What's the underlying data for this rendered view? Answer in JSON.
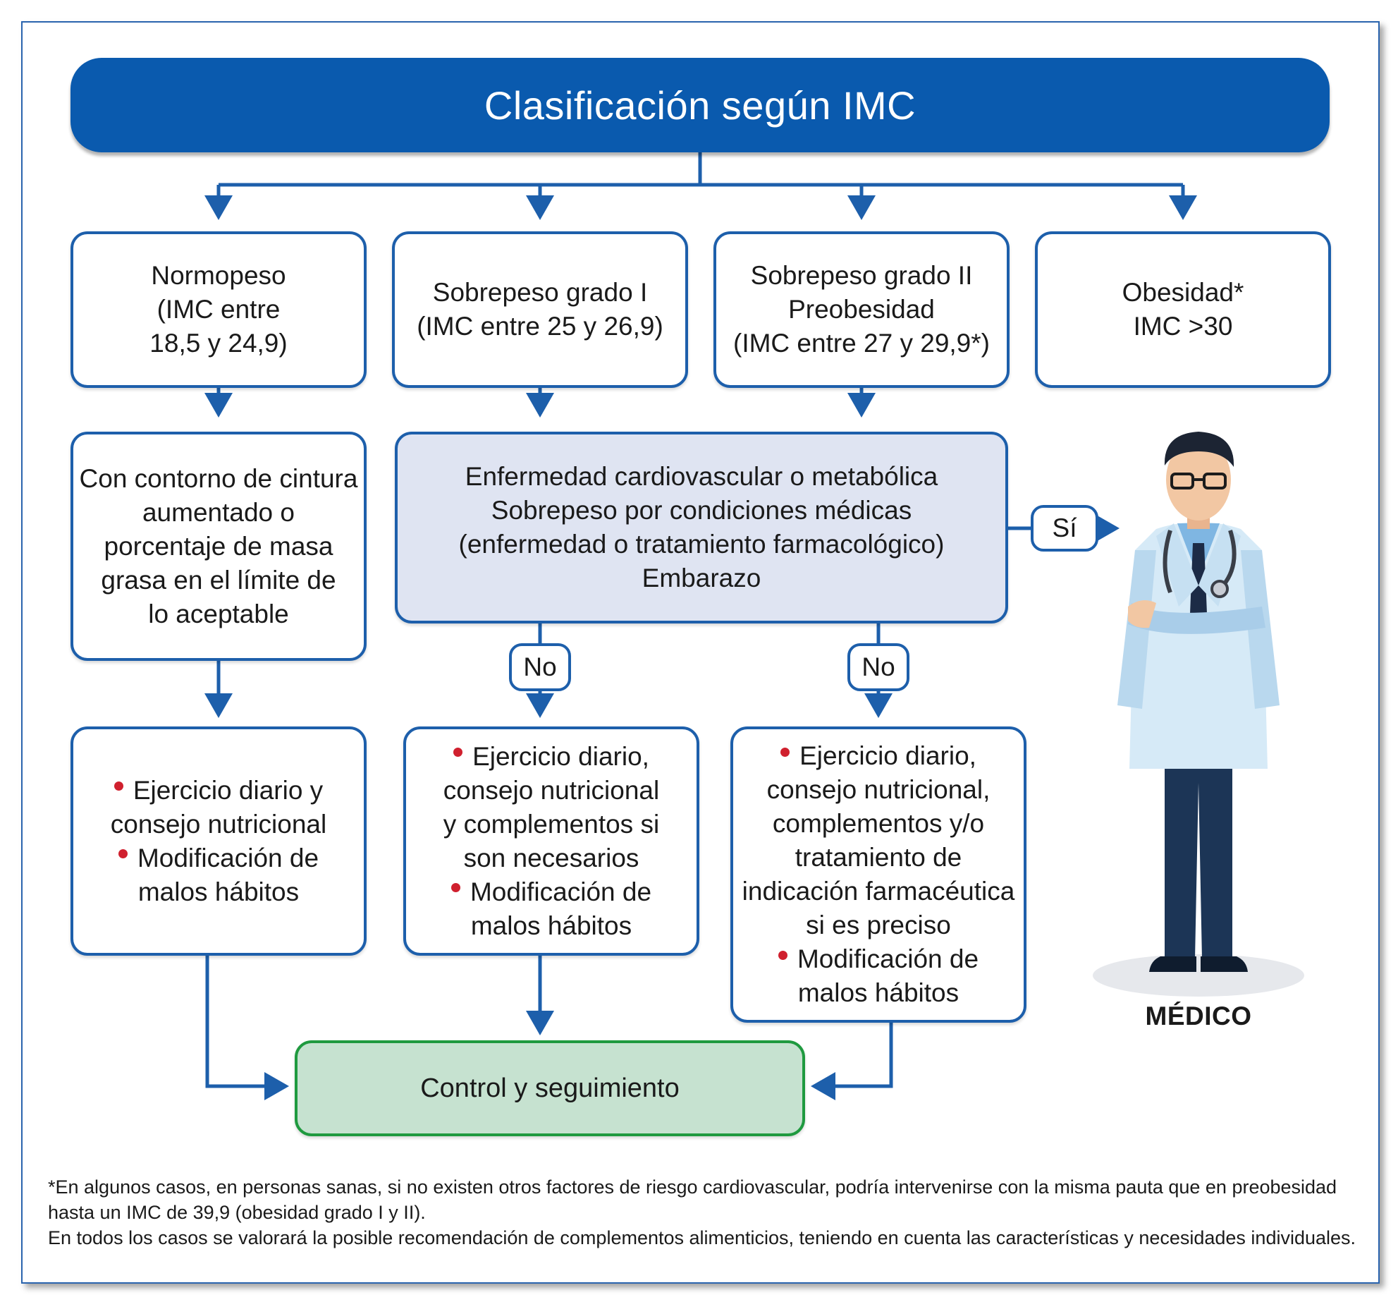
{
  "title": "Clasificación según IMC",
  "categories": [
    {
      "lines": [
        "Normopeso",
        "(IMC entre",
        "18,5 y 24,9)"
      ]
    },
    {
      "lines": [
        "Sobrepeso grado I",
        "(IMC entre 25 y 26,9)"
      ]
    },
    {
      "lines": [
        "Sobrepeso grado II",
        "Preobesidad",
        "(IMC entre 27 y 29,9*)"
      ]
    },
    {
      "lines": [
        "Obesidad*",
        "IMC >30"
      ]
    }
  ],
  "waist_box": {
    "lines": [
      "Con contorno de cintura",
      "aumentado o",
      "porcentaje de masa",
      "grasa en el límite de",
      "lo aceptable"
    ]
  },
  "condition_box": {
    "lines": [
      "Enfermedad cardiovascular o metabólica",
      "Sobrepeso por condiciones médicas",
      "(enfermedad o tratamiento farmacológico)",
      "Embarazo"
    ]
  },
  "yes_label": "Sí",
  "no_label": "No",
  "treatments": [
    {
      "lines": [
        "Ejercicio diario y",
        "consejo nutricional",
        "Modificación de",
        "malos hábitos"
      ]
    },
    {
      "lines": [
        "Ejercicio diario,",
        "consejo nutricional",
        "y complementos si",
        "son necesarios",
        "Modificación de",
        "malos hábitos"
      ]
    },
    {
      "lines": [
        "Ejercicio diario,",
        "consejo nutricional,",
        "complementos y/o",
        "tratamiento de",
        "indicación farmacéutica",
        "si es preciso",
        "Modificación de",
        "malos hábitos"
      ]
    }
  ],
  "control": "Control y seguimiento",
  "doctor_label": "MÉDICO",
  "footnote": [
    "*En algunos casos, en personas sanas, si no existen otros factores de riesgo cardiovascular, podría intervenirse con la misma pauta que en preobesidad",
    "hasta un IMC de 39,9 (obesidad grado I y II).",
    "En todos los casos se valorará la posible recomendación de complementos alimenticios, teniendo en cuenta las características y necesidades individuales."
  ],
  "colors": {
    "primary": "#0a5aae",
    "border": "#1d5fab",
    "bullet": "#d0202e",
    "highlight": "#dfe4f2",
    "control": "#c6e2d0",
    "control_border": "#1f9a3f"
  }
}
